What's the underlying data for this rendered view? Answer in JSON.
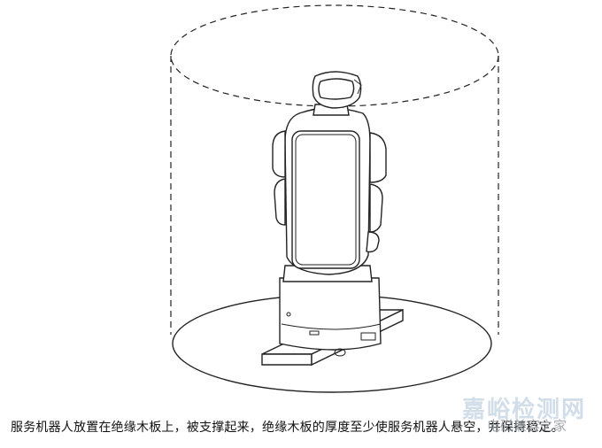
{
  "caption": "服务机器人放置在绝缘木板上，被支撑起来，绝缘木板的厚度至少使服务机器人悬空，并保持稳定。",
  "watermark": {
    "main": "嘉峪检测网",
    "sub": "电磁兼容之家"
  }
}
